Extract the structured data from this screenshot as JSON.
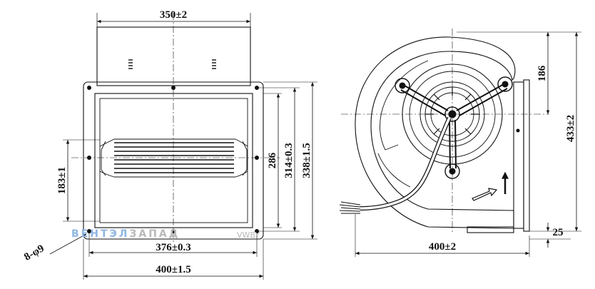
{
  "front_view": {
    "dim_top_width": "350±2",
    "dim_opening_height": "286",
    "dim_hole_spacing_vertical": "314±0.3",
    "dim_overall_height": "338±1.5",
    "dim_outlet_height": "183±1",
    "dim_holes": "8-φ9",
    "dim_hole_spacing_horizontal": "376±0.3",
    "dim_overall_width": "400±1.5"
  },
  "side_view": {
    "dim_upper_height": "186",
    "dim_total_height": "433±2",
    "dim_flange": "25",
    "dim_depth": "400±2"
  },
  "watermark": {
    "brand": "ВЕНТЭЛ",
    "brand_rest": "ЗАПАД",
    "code": "VWBY"
  },
  "colors": {
    "line": "#111111",
    "watermark_blue": "#8fb6e3",
    "watermark_grey": "#b9b9b9"
  }
}
